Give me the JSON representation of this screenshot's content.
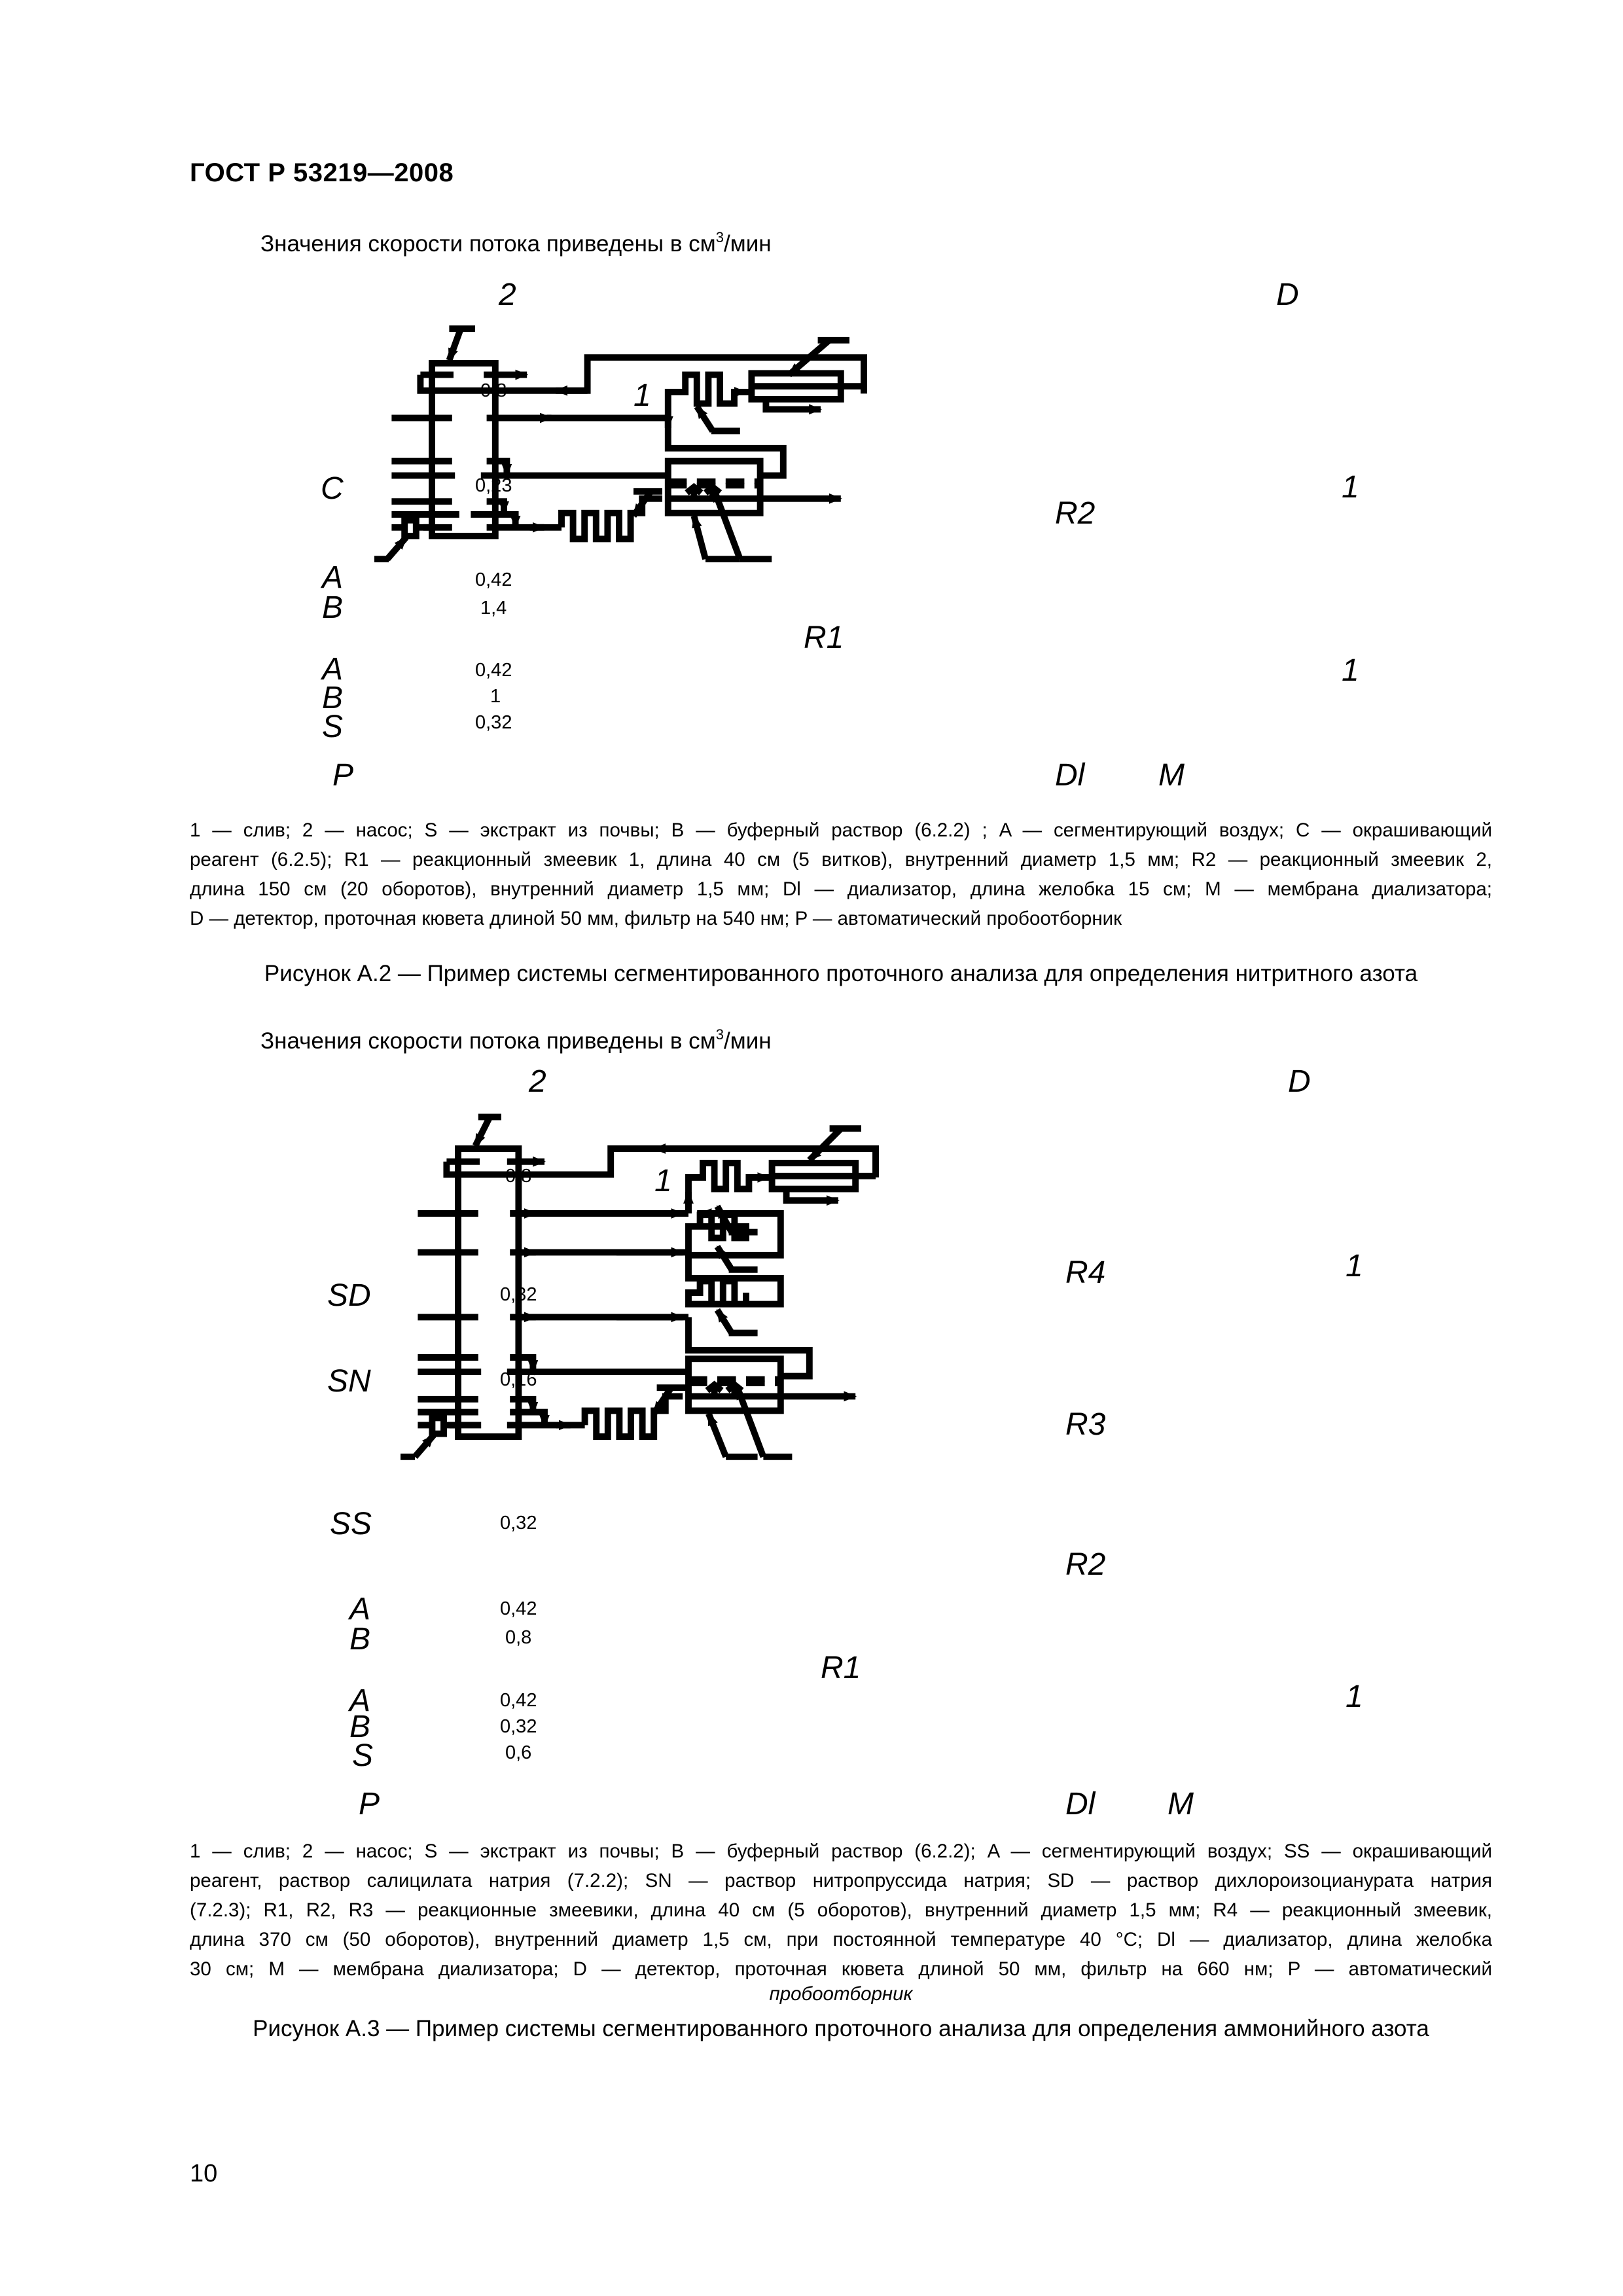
{
  "header": {
    "standard": "ГОСТ Р 53219—2008"
  },
  "figure_a2": {
    "units_prefix": "Значения скорости потока приведены в см",
    "units_sup": "3",
    "units_suffix": "/мин",
    "labels": {
      "pump": "2",
      "detector": "D",
      "waste": "1",
      "c": "C",
      "a": "A",
      "b": "B",
      "s": "S",
      "p": "P",
      "r1": "R1",
      "r2": "R2",
      "dialyzer": "Dl",
      "membrane": "M"
    },
    "flows": [
      "0,8",
      "0,23",
      "0,42",
      "1,4",
      "0,42",
      "1",
      "0,32"
    ],
    "legend": [
      "1 — слив; 2 — насос; S — экстракт из почвы; B — буферный раствор (6.2.2) ; A — сегментирующий воздух; C — окрашивающий",
      "реагент (6.2.5); R1 — реакционный змеевик 1, длина 40 см (5 витков), внутренний диаметр 1,5 мм; R2 — реакционный змеевик 2,",
      "длина 150 см (20 оборотов), внутренний диаметр 1,5 мм; Dl — диализатор, длина желобка 15 см; M — мембрана диализатора;",
      "D — детектор, проточная кювета длиной 50 мм, фильтр на 540 нм; P — автоматический пробоотборник"
    ],
    "caption": "Рисунок А.2 — Пример системы сегментированного проточного анализа для определения нитритного азота"
  },
  "figure_a3": {
    "units_prefix": "Значения скорости потока приведены в см",
    "units_sup": "3",
    "units_suffix": "/мин",
    "labels": {
      "pump": "2",
      "detector": "D",
      "waste": "1",
      "sd": "SD",
      "sn": "SN",
      "ss": "SS",
      "a": "A",
      "b": "B",
      "s": "S",
      "p": "P",
      "r1": "R1",
      "r2": "R2",
      "r3": "R3",
      "r4": "R4",
      "dialyzer": "Dl",
      "membrane": "M"
    },
    "flows": [
      "0,8",
      "0,32",
      "0,16",
      "0,32",
      "0,42",
      "0,8",
      "0,42",
      "0,32",
      "0,6"
    ],
    "legend": [
      "1 — слив; 2 — насос; S — экстракт из почвы; B — буферный раствор (6.2.2); A — сегментирующий воздух; SS — окрашивающий",
      "реагент, раствор салицилата натрия (7.2.2); SN — раствор нитропруссида натрия; SD — раствор дихлороизоцианурата натрия",
      "(7.2.3); R1, R2, R3 — реакционные змеевики, длина 40 см (5 оборотов), внутренний диаметр 1,5 мм; R4 — реакционный змеевик,",
      "длина 370 см (50 оборотов), внутренний диаметр 1,5 см, при постоянной температуре 40 °C; Dl — диализатор, длина желобка",
      "30 см; M — мембрана диализатора; D — детектор, проточная кювета длиной 50 мм, фильтр на 660 нм; P — автоматический",
      "пробоотборник"
    ],
    "caption": "Рисунок А.3 — Пример системы сегментированного проточного анализа для определения аммонийного азота"
  },
  "page_number": "10"
}
